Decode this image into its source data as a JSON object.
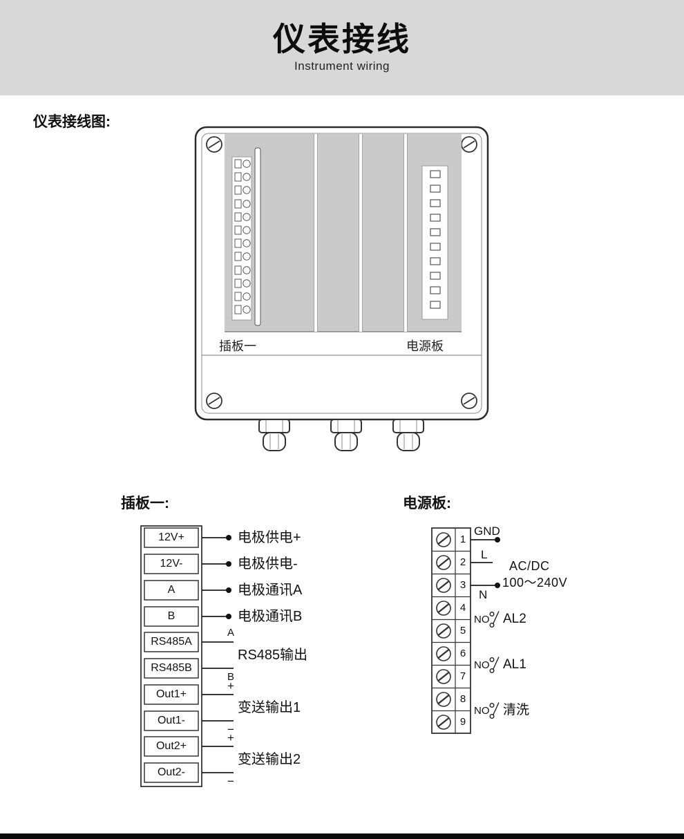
{
  "header": {
    "title": "仪表接线",
    "subtitle": "Instrument wiring"
  },
  "intro": {
    "diagram_caption": "仪表接线图:"
  },
  "enclosure": {
    "slot1_label": "插板一",
    "power_label": "电源板"
  },
  "board1": {
    "heading": "插板一:",
    "terminals": [
      "12V+",
      "12V-",
      "A",
      "B",
      "RS485A",
      "RS485B",
      "Out1+",
      "Out1-",
      "Out2+",
      "Out2-"
    ],
    "wire_labels": [
      "电极供电+",
      "电极供电-",
      "电极通讯A",
      "电极通讯B"
    ],
    "groups": [
      {
        "top_mark": "A",
        "bottom_mark": "B",
        "label": "RS485输出"
      },
      {
        "top_mark": "+",
        "bottom_mark": "−",
        "label": "变送输出1"
      },
      {
        "top_mark": "+",
        "bottom_mark": "−",
        "label": "变送输出2"
      }
    ]
  },
  "power": {
    "heading": "电源板:",
    "numbers": [
      "1",
      "2",
      "3",
      "4",
      "5",
      "6",
      "7",
      "8",
      "9"
    ],
    "gnd": "GND",
    "live": "L",
    "neutral": "N",
    "supply1": "AC/DC",
    "supply2": "100～240V",
    "relays": [
      {
        "no": "NO",
        "label": "AL2"
      },
      {
        "no": "NO",
        "label": "AL1"
      },
      {
        "no": "NO",
        "label": "清洗"
      }
    ]
  }
}
